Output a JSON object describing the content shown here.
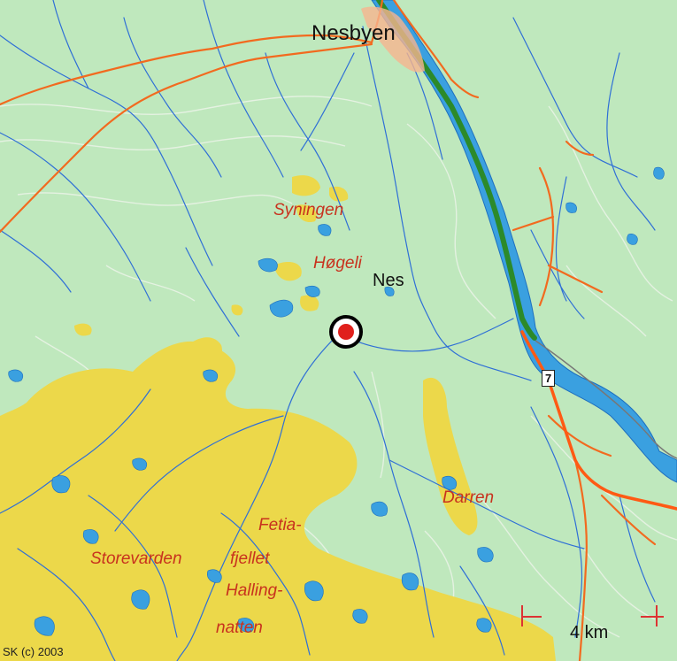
{
  "map": {
    "places": {
      "nesbyen": "Nesbyen",
      "nes": "Nes",
      "syningen": "Syningen",
      "hogeli": "Høgeli",
      "darren": "Darren",
      "fetia": "Fetia-",
      "fjellet": "fjellet",
      "storevarden": "Storevarden",
      "halling": "Halling-",
      "natten": "natten"
    },
    "road_number": "7",
    "scale_label": "4 km",
    "copyright": "SK (c) 2003",
    "marker": "location-marker",
    "colors": {
      "lowland": "#bfe8bd",
      "highland": "#ecd84a",
      "water": "#3aa0e0",
      "river": "#2f6fd6",
      "road": "#f26a1f",
      "main_road": "#ff5a14",
      "railway": "#2c8a2a",
      "contour": "#e9f3e6",
      "marker_red": "#e0201c"
    }
  }
}
